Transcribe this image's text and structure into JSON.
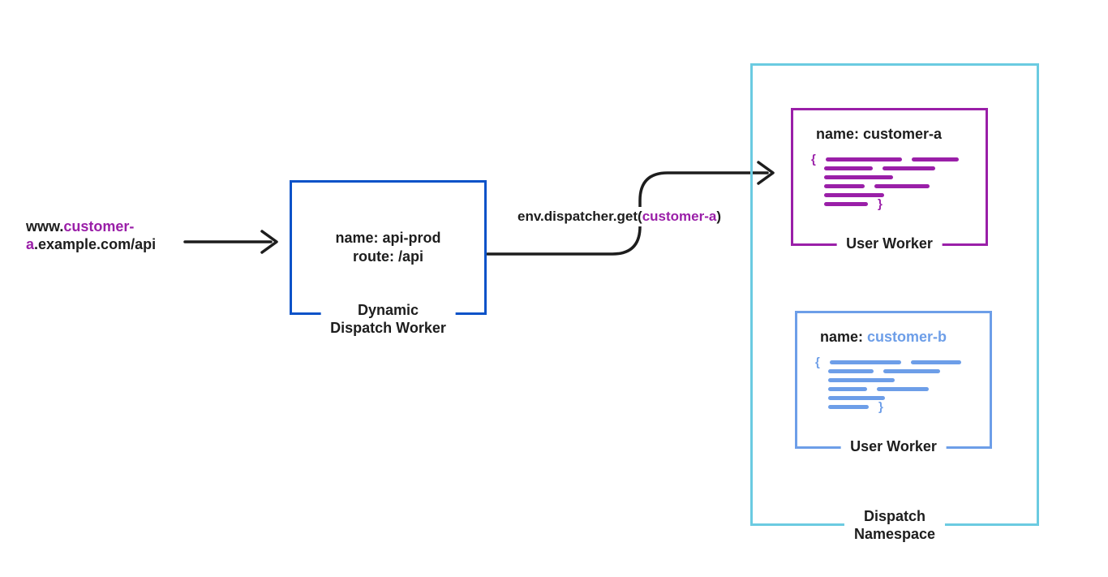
{
  "url": {
    "seg1": "www.",
    "seg2": "customer-",
    "seg3": "a",
    "seg4": ".example.com/api"
  },
  "dispatch_worker": {
    "line1": "name: api-prod",
    "line2": "route: /api",
    "caption_line1": "Dynamic",
    "caption_line2": "Dispatch Worker"
  },
  "dispatcher_call": {
    "prefix": "env.dispatcher.get(",
    "arg": "customer-a",
    "suffix": ")"
  },
  "namespace": {
    "caption_line1": "Dispatch",
    "caption_line2": "Namespace",
    "workers": [
      {
        "name_prefix": "name: ",
        "name_value": "customer-a",
        "caption": "User Worker",
        "code_rows": [
          [
            "{",
            94,
            58
          ],
          [
            60,
            65
          ],
          [
            85
          ],
          [
            50,
            68
          ],
          [
            74
          ],
          [
            54,
            "}"
          ]
        ]
      },
      {
        "name_prefix": "name: ",
        "name_value": "customer-b",
        "caption": "User Worker",
        "code_rows": [
          [
            "{",
            88,
            62
          ],
          [
            56,
            70
          ],
          [
            82
          ],
          [
            48,
            64
          ],
          [
            70
          ],
          [
            50,
            "}"
          ]
        ]
      }
    ]
  },
  "colors": {
    "purple": "#9a1fa8",
    "blue": "#0a52c8",
    "cyan": "#6bcbe1",
    "light_blue": "#6d9ee8",
    "ink": "#1d1d1d"
  }
}
